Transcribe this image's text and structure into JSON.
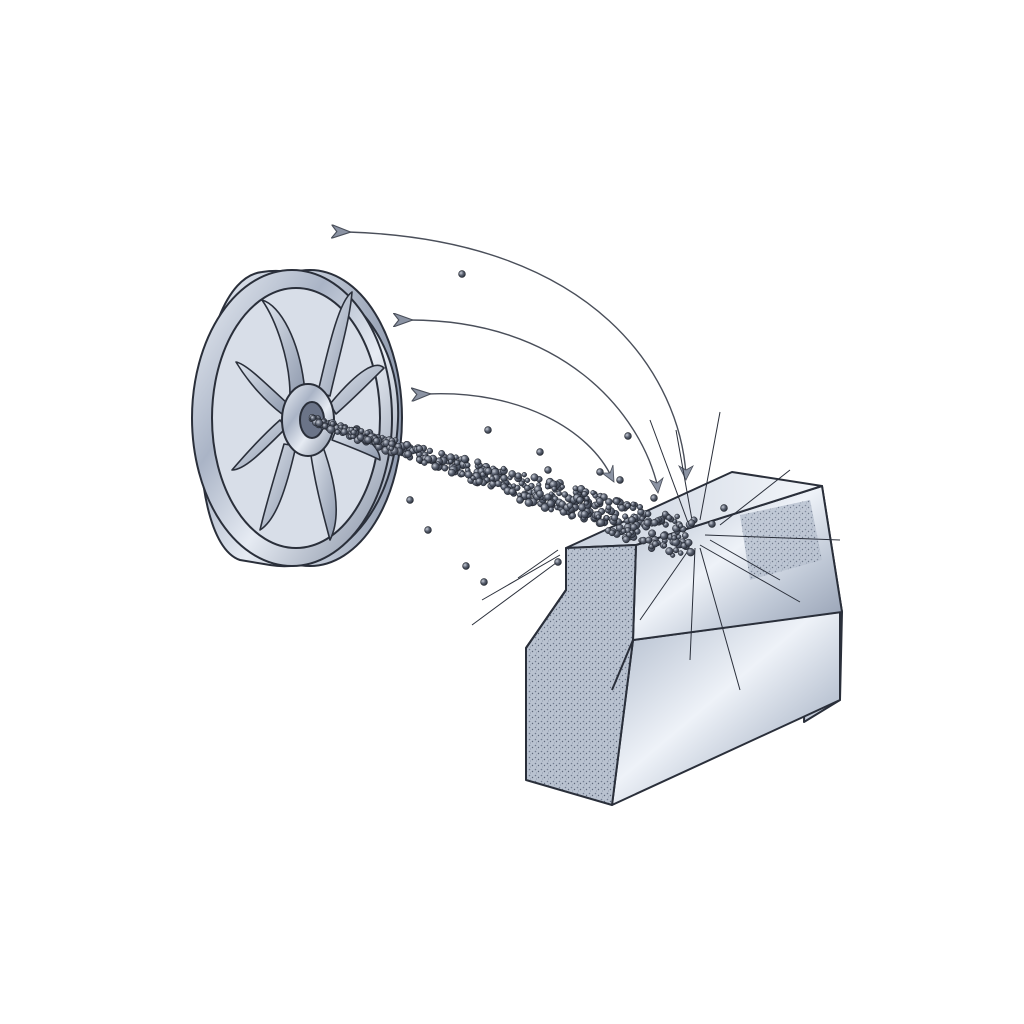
{
  "diagram": {
    "kind": "shot-blasting illustration",
    "components": [
      {
        "name": "blast-wheel",
        "icon": "turbine-wheel-icon"
      },
      {
        "name": "shot-stream",
        "icon": "steel-shot-particles"
      },
      {
        "name": "workpiece",
        "icon": "metal-block-icon"
      },
      {
        "name": "rebound-arrows",
        "icon": "curved-arrow-icon",
        "count": 3
      }
    ],
    "colors": {
      "outline": "#2a2f3a",
      "metal_light": "#eef2f8",
      "metal_mid": "#b6c0d0",
      "metal_dark": "#7d889c",
      "shot": "#3c424e",
      "arrow": "#4a4f5a"
    }
  }
}
